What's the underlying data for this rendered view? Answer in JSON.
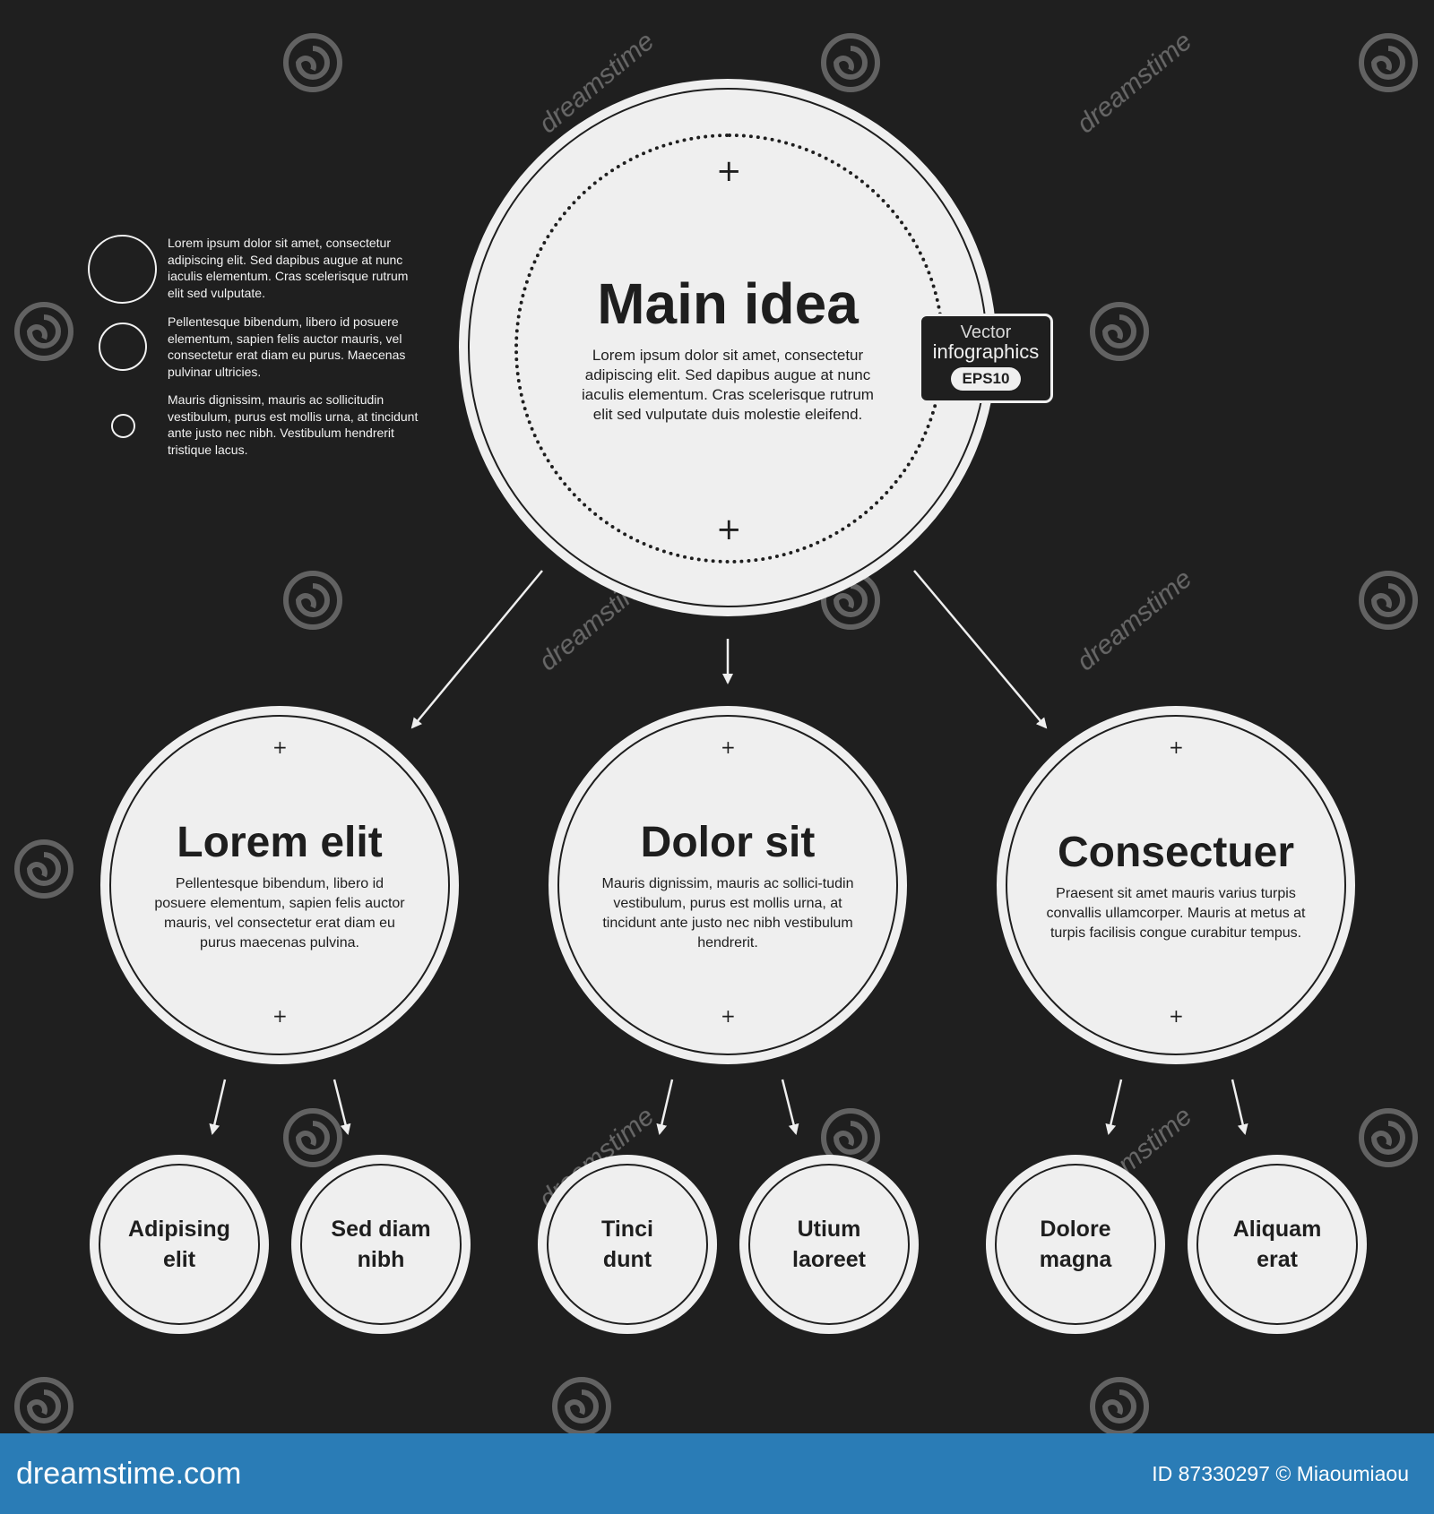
{
  "legend": {
    "items": [
      {
        "text": "Lorem ipsum dolor sit amet, consectetur adipiscing elit. Sed dapibus augue at nunc iaculis elementum. Cras scelerisque rutrum elit sed vulputate."
      },
      {
        "text": "Pellentesque bibendum, libero id posuere elementum, sapien felis auctor mauris, vel consectetur erat diam eu purus. Maecenas pulvinar ultricies."
      },
      {
        "text": "Mauris dignissim, mauris ac sollicitudin vestibulum, purus est mollis urna, at tincidunt ante justo nec nibh. Vestibulum hendrerit tristique lacus."
      }
    ]
  },
  "main": {
    "title": "Main idea",
    "body": "Lorem ipsum dolor sit amet, consectetur adipiscing elit. Sed dapibus augue at nunc iaculis elementum. Cras scelerisque rutrum elit sed vulputate duis molestie eleifend."
  },
  "tag": {
    "line1": "Vector",
    "line2": "infographics",
    "pill": "EPS10"
  },
  "mid": [
    {
      "title": "Lorem elit",
      "body": "Pellentesque bibendum, libero id posuere elementum, sapien felis auctor mauris, vel consectetur erat diam eu purus maecenas pulvina."
    },
    {
      "title": "Dolor sit",
      "body": "Mauris dignissim, mauris ac sollici-tudin vestibulum, purus est mollis urna, at tincidunt ante justo nec nibh vestibulum hendrerit."
    },
    {
      "title": "Consectuer",
      "body": "Praesent sit amet mauris varius turpis convallis ullamcorper. Mauris at metus at turpis facilisis congue curabitur tempus."
    }
  ],
  "leaves": [
    {
      "label": "Adipising elit"
    },
    {
      "label": "Sed diam nibh"
    },
    {
      "label": "Tinci dunt"
    },
    {
      "label": "Utium laoreet"
    },
    {
      "label": "Dolore magna"
    },
    {
      "label": "Aliquam erat"
    }
  ],
  "plus_symbol": "+",
  "watermark": {
    "text": "dreamstime"
  },
  "footer": {
    "site": "dreamstime.com",
    "credit": "ID 87330297 © Miaoumiaou"
  },
  "colors": {
    "background": "#1f1f1f",
    "circle_fill": "#efefef",
    "ink": "#1e1e1e",
    "footer": "#2a7cb6"
  }
}
